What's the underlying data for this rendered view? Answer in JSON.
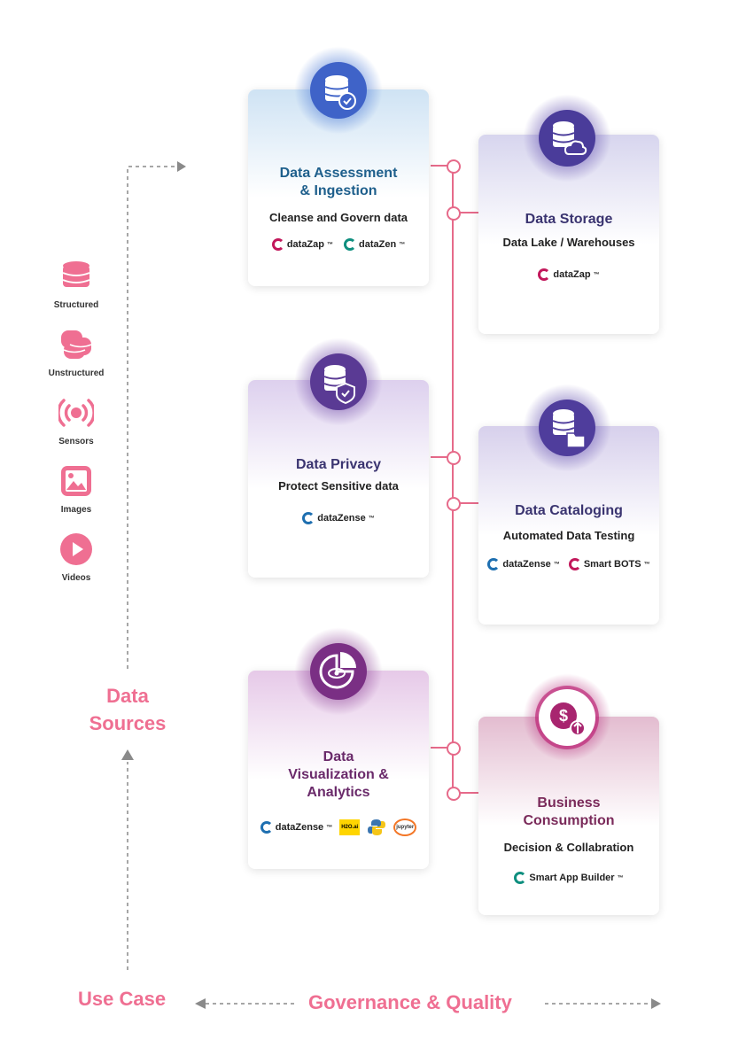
{
  "sources": {
    "title": "Data\nSources",
    "items": [
      {
        "label": "Structured",
        "icon": "database-icon"
      },
      {
        "label": "Unstructured",
        "icon": "stacked-database-icon"
      },
      {
        "label": "Sensors",
        "icon": "sensor-icon"
      },
      {
        "label": "Images",
        "icon": "image-icon"
      },
      {
        "label": "Videos",
        "icon": "play-icon"
      }
    ]
  },
  "cards": {
    "assessment": {
      "title": "Data Assessment\n& Ingestion",
      "subtitle": "Cleanse and Govern data",
      "logos": [
        "dataZap",
        "dataZen"
      ]
    },
    "storage": {
      "title": "Data Storage",
      "subtitle": "Data Lake / Warehouses",
      "logos": [
        "dataZap"
      ]
    },
    "privacy": {
      "title": "Data Privacy",
      "subtitle": "Protect Sensitive data",
      "logos": [
        "dataZense"
      ]
    },
    "cataloging": {
      "title": "Data Cataloging",
      "subtitle": "Automated Data Testing",
      "logos": [
        "dataZense",
        "Smart BOTS"
      ]
    },
    "visualization": {
      "title": "Data\nVisualization &\nAnalytics",
      "logos": [
        "dataZense",
        "H2O.ai",
        "python",
        "jupyter"
      ]
    },
    "business": {
      "title": "Business\nConsumption",
      "subtitle": "Decision & Collabration",
      "logos": [
        "Smart App Builder"
      ]
    }
  },
  "footer": {
    "use_case": "Use Case",
    "governance": "Governance & Quality"
  },
  "trademark": "™",
  "colors": {
    "pink": "#ef6f92",
    "blue": "#1e5f8c",
    "purple": "#3a3470",
    "plum": "#6a2a6a",
    "crimson": "#c2185b",
    "teal": "#0f8f7f"
  }
}
